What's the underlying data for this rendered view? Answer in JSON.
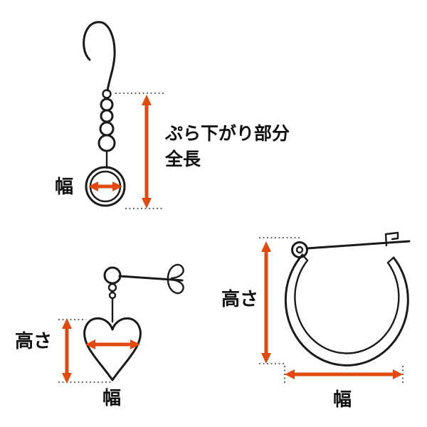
{
  "colors": {
    "arrow": "#e1490f",
    "line": "#1a1a1a"
  },
  "labels": {
    "hook_earring": {
      "width": "幅",
      "length_line1": "ぷら下がり部分",
      "length_line2": "全長"
    },
    "heart_earring": {
      "height": "高さ",
      "width": "幅"
    },
    "hoop_earring": {
      "height": "高さ",
      "width": "幅"
    }
  }
}
